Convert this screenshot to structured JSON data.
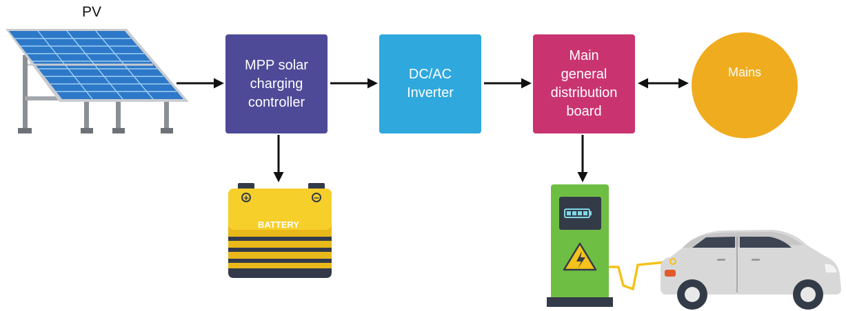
{
  "pv": {
    "label": "PV"
  },
  "blocks": {
    "mpp": {
      "label": "MPP solar\ncharging\ncontroller",
      "color": "#4e4a97"
    },
    "inverter": {
      "label": "DC/AC\nInverter",
      "color": "#2fa8dd"
    },
    "distribution": {
      "label": "Main\ngeneral\ndistribution\nboard",
      "color": "#c93470"
    }
  },
  "mains": {
    "label": "Mains",
    "icon": "sine-wave-icon",
    "color": "#f0ac1f"
  },
  "battery": {
    "label": "BATTERY",
    "plus": "+",
    "minus": "−",
    "color": "#f2c81b"
  },
  "charger": {
    "icon": "high-voltage-icon",
    "color": "#6fbe44"
  },
  "car": {
    "icon": "electric-car-icon",
    "color": "#d8d8d8"
  },
  "connections": [
    {
      "from": "PV",
      "to": "MPP solar charging controller",
      "direction": "forward"
    },
    {
      "from": "MPP solar charging controller",
      "to": "DC/AC Inverter",
      "direction": "forward"
    },
    {
      "from": "DC/AC Inverter",
      "to": "Main general distribution board",
      "direction": "forward"
    },
    {
      "from": "Main general distribution board",
      "to": "Mains",
      "direction": "both"
    },
    {
      "from": "MPP solar charging controller",
      "to": "BATTERY",
      "direction": "forward"
    },
    {
      "from": "Main general distribution board",
      "to": "charging station",
      "direction": "forward"
    }
  ]
}
